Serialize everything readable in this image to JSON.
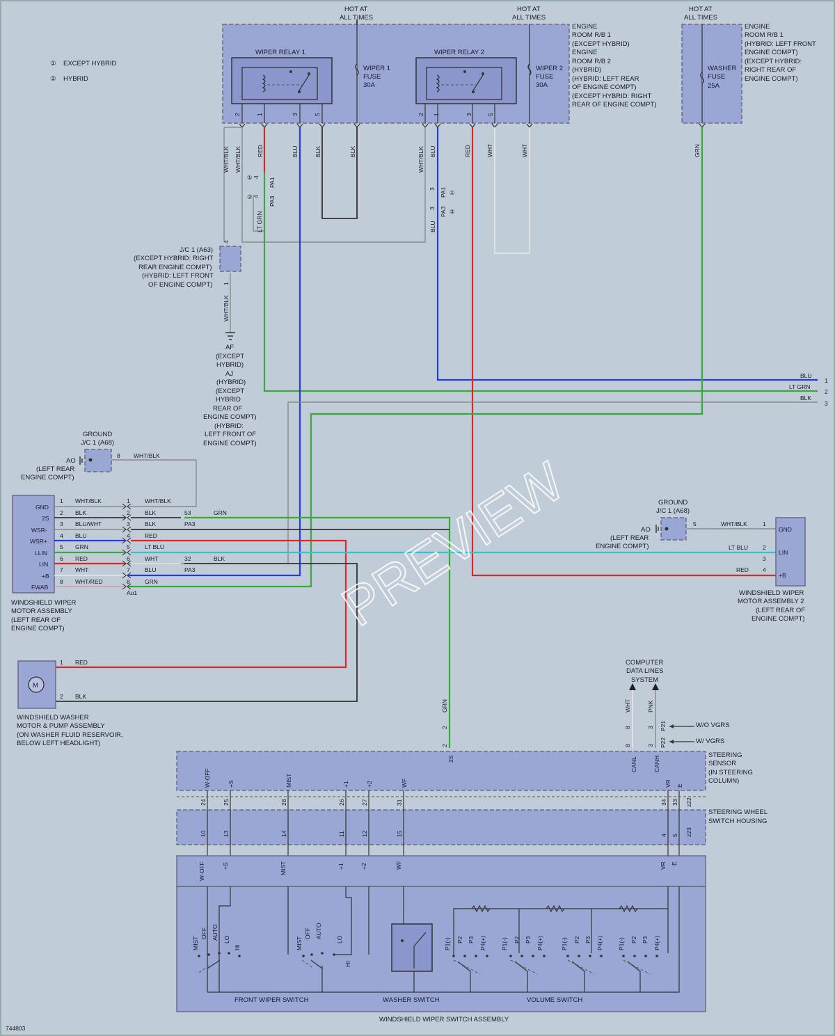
{
  "diagram_id": "744803",
  "watermark": "PREVIEW",
  "legend": [
    {
      "num": "①",
      "text": "EXCEPT HYBRID"
    },
    {
      "num": "②",
      "text": "HYBRID"
    }
  ],
  "hot_at_all_times": "HOT AT",
  "all_times": "ALL TIMES",
  "relay_box": {
    "relay1": "WIPER RELAY 1",
    "relay2": "WIPER RELAY 2",
    "fuse1": [
      "WIPER 1",
      "FUSE",
      "30A"
    ],
    "fuse2": [
      "WIPER 2",
      "FUSE",
      "30A"
    ],
    "desc": [
      "ENGINE",
      "ROOM R/B 1",
      "(EXCEPT HYBRID)",
      "ENGINE",
      "ROOM R/B 2",
      "(HYBRID)",
      "(HYBRID: LEFT REAR",
      "OF ENGINE COMPT)",
      "(EXCEPT HYBRID: RIGHT",
      "REAR OF ENGINE COMPT)"
    ]
  },
  "washer_box": {
    "fuse": [
      "WASHER",
      "FUSE",
      "25A"
    ],
    "desc": [
      "ENGINE",
      "ROOM R/B 1",
      "(HYBRID: LEFT FRONT",
      "ENGINE COMPT)",
      "(EXCEPT HYBRID:",
      "RIGHT REAR OF",
      "ENGINE COMPT)"
    ]
  },
  "wire_labels": {
    "wht_blk": "WHT/BLK",
    "red": "RED",
    "blu": "BLU",
    "blk": "BLK",
    "wht": "WHT",
    "grn": "GRN",
    "lt_grn": "LT GRN",
    "lt_blu": "LT BLU",
    "blu_wht": "BLU/WHT",
    "wht_red": "WHT/RED",
    "pnk": "PNK"
  },
  "connectors": {
    "pa1": "PA1",
    "pa3": "PA3",
    "au1": "Au1",
    "p21": "P21",
    "p22": "P22",
    "z22": "z22",
    "z23": "z23"
  },
  "jc1_a63": [
    "J/C 1 (A63)",
    "(EXCEPT HYBRID: RIGHT",
    "REAR ENGINE COMPT)",
    "(HYBRID: LEFT FRONT",
    "OF ENGINE COMPT)"
  ],
  "ground_af": [
    "AF",
    "(EXCEPT",
    "HYBRID)",
    "AJ",
    "(HYBRID)",
    "(EXCEPT",
    "HYBRID",
    "REAR OF",
    "ENGINE COMPT)",
    "(HYBRID:",
    "LEFT FRONT OF",
    "ENGINE COMPT)"
  ],
  "ground1": {
    "title": "GROUND",
    "jc": "J/C 1 (A68)",
    "ao": "AO",
    "loc": [
      "(LEFT REAR",
      "ENGINE COMPT)"
    ]
  },
  "ground2": {
    "title": "GROUND",
    "jc": "J/C 1 (A68)",
    "ao": "AO",
    "loc": [
      "(LEFT REAR",
      "ENGINE COMPT)"
    ]
  },
  "motor1": {
    "pins": [
      "GND",
      "2S",
      "WSR-",
      "WSR+",
      "LLIN",
      "LIN",
      "+B",
      "FWAB"
    ],
    "desc": [
      "WINDSHIELD WIPER",
      "MOTOR ASSEMBLY",
      "(LEFT REAR OF",
      "ENGINE COMPT)"
    ]
  },
  "motor1_wires": [
    {
      "n": "1",
      "c": "WHT/BLK",
      "c2": "WHT/BLK"
    },
    {
      "n": "2",
      "c": "BLK",
      "c2": "BLK"
    },
    {
      "n": "3",
      "c": "BLU/WHT",
      "c2": "BLK"
    },
    {
      "n": "4",
      "c": "BLU",
      "c2": "RED"
    },
    {
      "n": "5",
      "c": "GRN",
      "c2": "LT BLU"
    },
    {
      "n": "6",
      "c": "RED",
      "c2": "WHT"
    },
    {
      "n": "7",
      "c": "WHT",
      "c2": "BLU"
    },
    {
      "n": "8",
      "c": "WHT/RED",
      "c2": "GRN"
    }
  ],
  "motor2": {
    "pins": [
      "GND",
      "LIN",
      "+B"
    ],
    "desc": [
      "WINDSHIELD WIPER",
      "MOTOR ASSEMBLY 2",
      "(LEFT REAR OF",
      "ENGINE COMPT)"
    ]
  },
  "pump": {
    "symbol": "M",
    "desc": [
      "WINDSHIELD WASHER",
      "MOTOR & PUMP ASSEMBLY",
      "(ON WASHER FLUID RESERVOIR,",
      "BELOW LEFT HEADLIGHT)"
    ]
  },
  "right_terminals": [
    {
      "n": "1",
      "c": "BLU"
    },
    {
      "n": "2",
      "c": "LT GRN"
    },
    {
      "n": "3",
      "c": "BLK"
    }
  ],
  "computer": [
    "COMPUTER",
    "DATA LINES",
    "SYSTEM"
  ],
  "vgrs": {
    "wo": "W/O VGRS",
    "w": "W/ VGRS"
  },
  "steering_sensor": {
    "desc": [
      "STEERING",
      "SENSOR",
      "(IN STEERING",
      "COLUMN)"
    ],
    "pins": [
      "W-OFF",
      "+S",
      "MIST",
      "+1",
      "+2",
      "WF",
      "VR",
      "E"
    ],
    "top_pins": [
      "2S",
      "CANL",
      "CANH"
    ]
  },
  "switch_housing": {
    "desc": [
      "STEERING WHEEL",
      "SWITCH HOUSING"
    ]
  },
  "switch_assy": {
    "title": "WINDSHIELD WIPER SWITCH ASSEMBLY",
    "front": "FRONT WIPER SWITCH",
    "washer": "WASHER SWITCH",
    "volume": "VOLUME SWITCH",
    "pins": [
      "W-OFF",
      "+S",
      "MIST",
      "+1",
      "+2",
      "WF",
      "VR",
      "E"
    ],
    "positions": [
      "MIST",
      "OFF",
      "AUTO",
      "LO",
      "HI"
    ],
    "vol_positions": [
      "P1(-)",
      "P2",
      "P3",
      "P4(+)"
    ]
  }
}
